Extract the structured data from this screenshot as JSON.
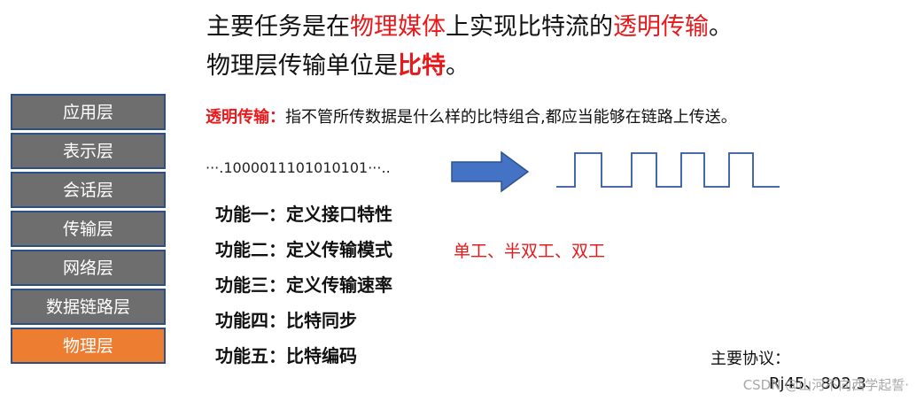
{
  "title": {
    "line1": [
      {
        "text": "主要任务是在",
        "style": "normal"
      },
      {
        "text": "物理媒体",
        "style": "red"
      },
      {
        "text": "上实现比特流的",
        "style": "normal"
      },
      {
        "text": "透明传输",
        "style": "red"
      },
      {
        "text": "。",
        "style": "normal"
      }
    ],
    "line2": [
      {
        "text": "物理层传输单位是",
        "style": "normal"
      },
      {
        "text": "比特",
        "style": "redbold"
      },
      {
        "text": "。",
        "style": "normal"
      }
    ]
  },
  "layers": [
    {
      "label": "应用层",
      "active": false
    },
    {
      "label": "表示层",
      "active": false
    },
    {
      "label": "会话层",
      "active": false
    },
    {
      "label": "传输层",
      "active": false
    },
    {
      "label": "网络层",
      "active": false
    },
    {
      "label": "数据链路层",
      "active": false
    },
    {
      "label": "物理层",
      "active": true
    }
  ],
  "definition": {
    "term": "透明传输",
    "colon": "：",
    "text": "指不管所传数据是什么样的比特组合,都应当能够在链路上传送。"
  },
  "bitstream": "···.1000011101010101···..",
  "functions": [
    "功能一：定义接口特性",
    "功能二：定义传输模式",
    "功能三：定义传输速率",
    "功能四：比特同步",
    "功能五：比特编码"
  ],
  "transmission_modes": "单工、半双工、双工",
  "protocols": {
    "label": "主要协议：",
    "value": "Rj45、802.3"
  },
  "watermark": "CSDN @山河不向西学起誓·",
  "colors": {
    "highlight_red": "#e8191c",
    "layer_gray": "#6e6e6e",
    "layer_active": "#ed7d31",
    "layer_border": "#2e4f86",
    "arrow_blue": "#4472c4",
    "wave_blue": "#2f55a4"
  }
}
